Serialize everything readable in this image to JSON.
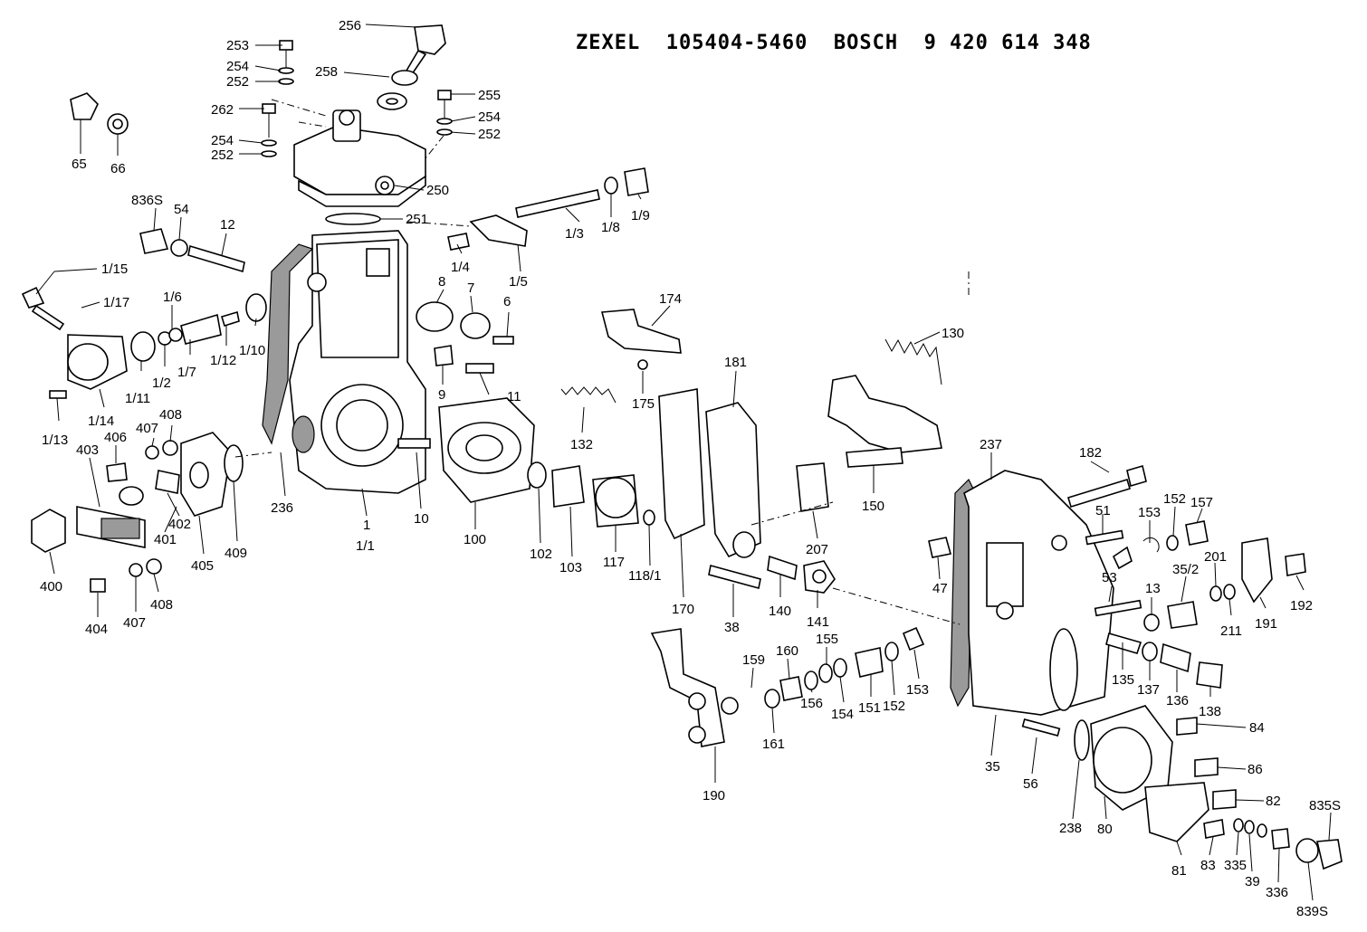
{
  "header": {
    "title": "ZEXEL  105404-5460  BOSCH  9 420 614 348"
  },
  "labels": {
    "p256": "256",
    "p253": "253",
    "p254a": "254",
    "p252a": "252",
    "p258": "258",
    "p255": "255",
    "p254b": "254",
    "p252b": "252",
    "p262": "262",
    "p254c": "254",
    "p252c": "252",
    "p250": "250",
    "p251": "251",
    "p65": "65",
    "p66": "66",
    "p836S": "836S",
    "p54": "54",
    "p12": "12",
    "p1_15": "1/15",
    "p1_17": "1/17",
    "p1_6": "1/6",
    "p1_7": "1/7",
    "p1_12": "1/12",
    "p1_10": "1/10",
    "p1_11": "1/11",
    "p1_2": "1/2",
    "p1_14": "1/14",
    "p1_13": "1/13",
    "p407a": "407",
    "p408a": "408",
    "p406": "406",
    "p403": "403",
    "p402": "402",
    "p401": "401",
    "p405": "405",
    "p409": "409",
    "p400": "400",
    "p404": "404",
    "p407b": "407",
    "p408b": "408",
    "p236": "236",
    "p1": "1",
    "p1_1": "1/1",
    "p10": "10",
    "p100": "100",
    "p1_4": "1/4",
    "p1_5": "1/5",
    "p1_3": "1/3",
    "p1_8": "1/8",
    "p1_9": "1/9",
    "p8": "8",
    "p7": "7",
    "p6": "6",
    "p9": "9",
    "p11": "11",
    "p102": "102",
    "p103": "103",
    "p117": "117",
    "p118_1": "118/1",
    "p132": "132",
    "p174": "174",
    "p175": "175",
    "p170": "170",
    "p181": "181",
    "p38": "38",
    "p140": "140",
    "p141": "141",
    "p207": "207",
    "p130": "130",
    "p150": "150",
    "p190": "190",
    "p159": "159",
    "p160": "160",
    "p155": "155",
    "p161": "161",
    "p156": "156",
    "p154": "154",
    "p151": "151",
    "p152a": "152",
    "p153a": "153",
    "p237": "237",
    "p182": "182",
    "p51": "51",
    "p153b": "153",
    "p152b": "152",
    "p157": "157",
    "p47": "47",
    "p53": "53",
    "p13": "13",
    "p35_2": "35/2",
    "p201": "201",
    "p211": "211",
    "p191": "191",
    "p192": "192",
    "p135": "135",
    "p137": "137",
    "p136": "136",
    "p138": "138",
    "p84": "84",
    "p35": "35",
    "p56": "56",
    "p238": "238",
    "p80": "80",
    "p86": "86",
    "p82": "82",
    "p81": "81",
    "p83": "83",
    "p335": "335",
    "p39": "39",
    "p336": "336",
    "p835S": "835S",
    "p839S": "839S"
  }
}
